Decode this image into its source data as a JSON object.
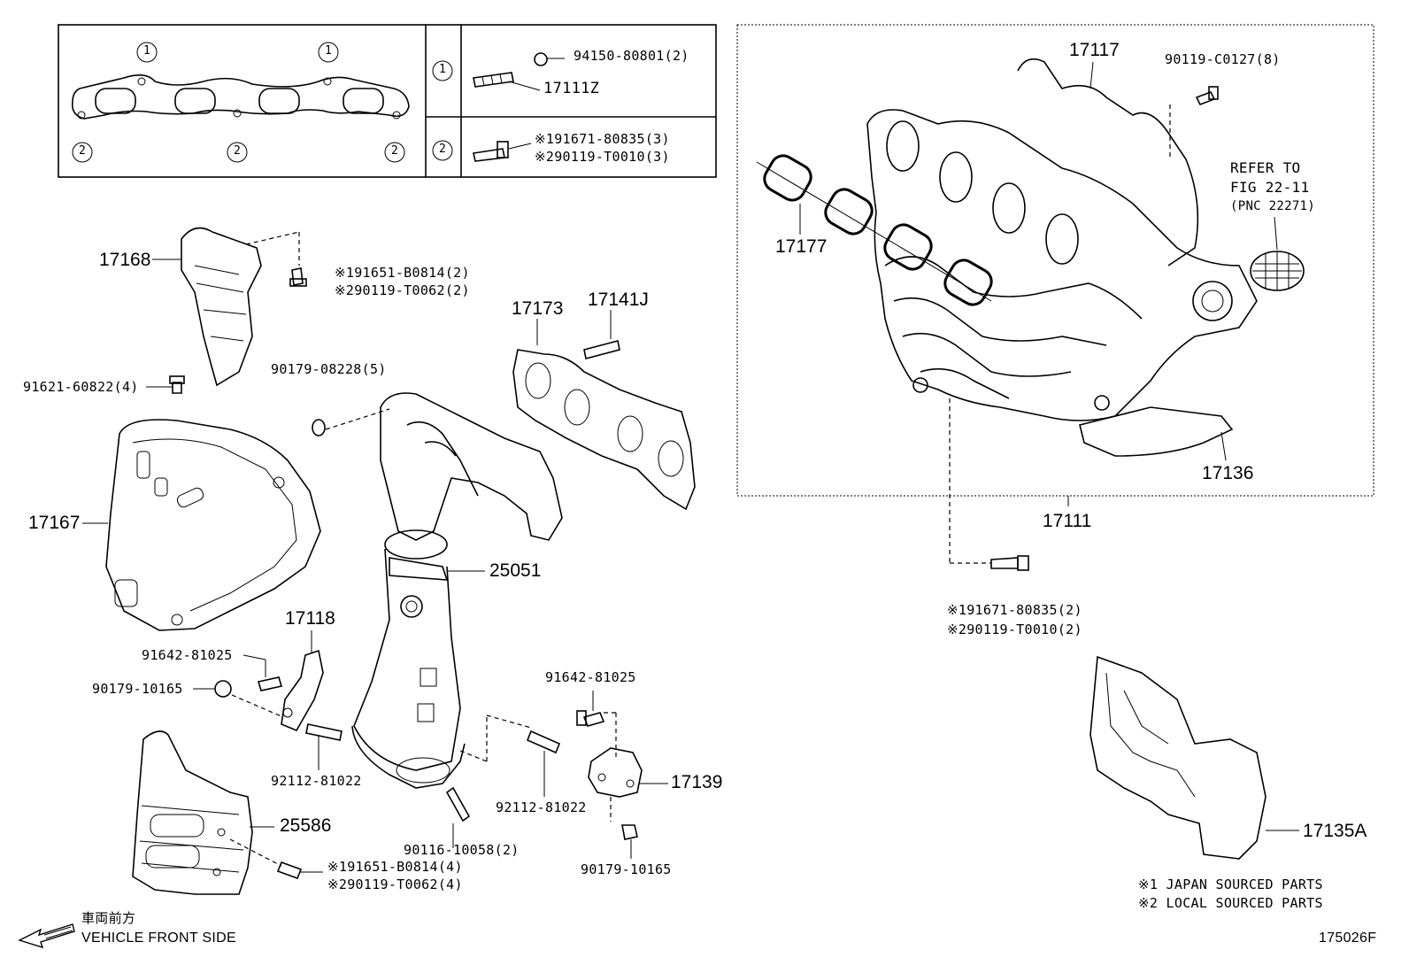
{
  "diagram": {
    "figure_number": "175026F",
    "legend": {
      "note_1": "※1 JAPAN SOURCED PARTS",
      "note_2": "※2 LOCAL SOURCED PARTS"
    },
    "direction": {
      "japanese": "車両前方",
      "english": "VEHICLE FRONT SIDE"
    },
    "reference": {
      "line1": "REFER TO",
      "line2": "FIG 22-11",
      "line3": "(PNC 22271)"
    },
    "gasket_table": {
      "marker_1": "1",
      "marker_2": "2",
      "row1_part_a": "94150-80801(2)",
      "row1_part_b": "17111Z",
      "row2_part_a": "※191671-80835(3)",
      "row2_part_b": "※290119-T0010(3)"
    },
    "parts": {
      "p17117": "17117",
      "p90119_c0127": "90119-C0127(8)",
      "p17177": "17177",
      "p17136": "17136",
      "p17111": "17111",
      "p191671_2": "※191671-80835(2)",
      "p290119_2": "※290119-T0010(2)",
      "p17168": "17168",
      "p191651_top": "※191651-B0814(2)",
      "p290119_top": "※290119-T0062(2)",
      "p17173": "17173",
      "p17141j": "17141J",
      "p90179_08228": "90179-08228(5)",
      "p91621": "91621-60822(4)",
      "p17167": "17167",
      "p25051": "25051",
      "p17118": "17118",
      "p91642_left": "91642-81025",
      "p90179_10165_left": "90179-10165",
      "p91642_right": "91642-81025",
      "p17139": "17139",
      "p92112_left": "92112-81022",
      "p92112_right": "92112-81022",
      "p25586": "25586",
      "p90116": "90116-10058(2)",
      "p191651_bot": "※191651-B0814(4)",
      "p290119_bot": "※290119-T0062(4)",
      "p90179_10165_right": "90179-10165",
      "p17135a": "17135A"
    }
  }
}
